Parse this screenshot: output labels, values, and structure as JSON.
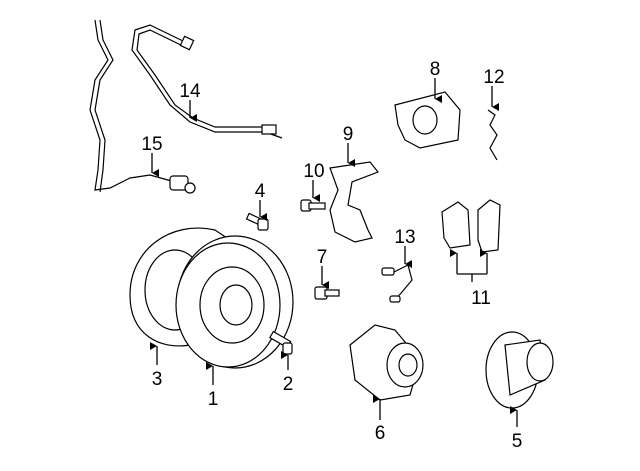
{
  "diagram": {
    "callouts": [
      {
        "id": "1",
        "label": "1"
      },
      {
        "id": "2",
        "label": "2"
      },
      {
        "id": "3",
        "label": "3"
      },
      {
        "id": "4",
        "label": "4"
      },
      {
        "id": "5",
        "label": "5"
      },
      {
        "id": "6",
        "label": "6"
      },
      {
        "id": "7",
        "label": "7"
      },
      {
        "id": "8",
        "label": "8"
      },
      {
        "id": "9",
        "label": "9"
      },
      {
        "id": "10",
        "label": "10"
      },
      {
        "id": "11",
        "label": "11"
      },
      {
        "id": "12",
        "label": "12"
      },
      {
        "id": "13",
        "label": "13"
      },
      {
        "id": "14",
        "label": "14"
      },
      {
        "id": "15",
        "label": "15"
      }
    ],
    "line_color": "#000000",
    "background": "#ffffff"
  }
}
